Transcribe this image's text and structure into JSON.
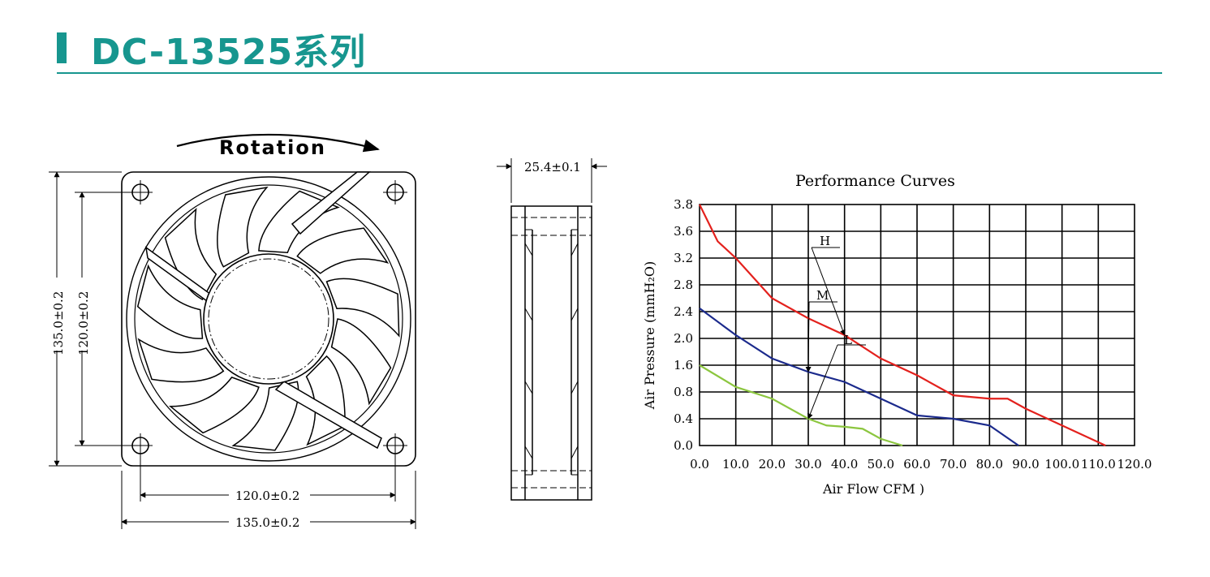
{
  "header": {
    "title": "DC-13525系列"
  },
  "front_view": {
    "rotation_label": "Rotation",
    "dim_outer_v": "135.0±0.2",
    "dim_inner_v": "120.0±0.2",
    "dim_inner_h": "120.0±0.2",
    "dim_outer_h": "135.0±0.2"
  },
  "side_view": {
    "dim_thickness": "25.4±0.1"
  },
  "chart_data": {
    "type": "line",
    "title": "Performance    Curves",
    "xlabel": "Air Flow CFM  )",
    "ylabel": "Air Pressure (mmH₂O)",
    "x_ticks": [
      "0.0",
      "10.0",
      "20.0",
      "30.0",
      "40.0",
      "50.0",
      "60.0",
      "70.0",
      "80.0",
      "90.0",
      "100.0",
      "110.0",
      "120.0"
    ],
    "y_ticks": [
      "0.0",
      "0.4",
      "0.8",
      "1.6",
      "2.0",
      "2.4",
      "2.8",
      "3.2",
      "3.6",
      "3.8"
    ],
    "grid": true,
    "series": [
      {
        "name": "H",
        "color": "#e3211d",
        "points": [
          [
            0,
            3.8
          ],
          [
            5,
            3.45
          ],
          [
            10,
            3.2
          ],
          [
            15,
            2.9
          ],
          [
            20,
            2.6
          ],
          [
            30,
            2.3
          ],
          [
            40,
            2.05
          ],
          [
            50,
            1.7
          ],
          [
            60,
            1.3
          ],
          [
            70,
            0.75
          ],
          [
            80,
            0.7
          ],
          [
            85,
            0.7
          ],
          [
            90,
            0.55
          ],
          [
            100,
            0.3
          ],
          [
            112,
            0.0
          ]
        ]
      },
      {
        "name": "M",
        "color": "#1b2a8c",
        "points": [
          [
            0,
            2.45
          ],
          [
            10,
            2.05
          ],
          [
            20,
            1.7
          ],
          [
            30,
            1.4
          ],
          [
            40,
            1.1
          ],
          [
            50,
            0.7
          ],
          [
            60,
            0.45
          ],
          [
            70,
            0.4
          ],
          [
            80,
            0.3
          ],
          [
            88,
            0.0
          ]
        ]
      },
      {
        "name": "L",
        "color": "#8cc63f",
        "points": [
          [
            0,
            1.6
          ],
          [
            10,
            0.95
          ],
          [
            20,
            0.7
          ],
          [
            30,
            0.4
          ],
          [
            35,
            0.3
          ],
          [
            40,
            0.28
          ],
          [
            45,
            0.25
          ],
          [
            50,
            0.1
          ],
          [
            56,
            0.0
          ]
        ]
      }
    ]
  }
}
